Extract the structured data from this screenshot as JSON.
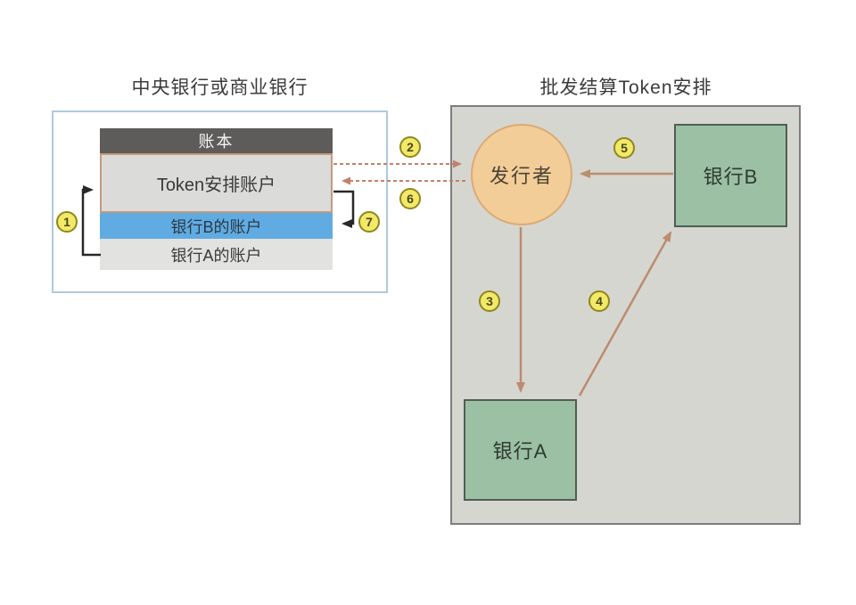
{
  "titles": {
    "left": "中央银行或商业银行",
    "right": "批发结算Token安排"
  },
  "ledger": {
    "header": "账本",
    "token_account": "Token安排账户",
    "bank_b_account": "银行B的账户",
    "bank_a_account": "银行A的账户"
  },
  "nodes": {
    "issuer": "发行者",
    "bank_b": "银行B",
    "bank_a": "银行A"
  },
  "badges": [
    "1",
    "2",
    "3",
    "4",
    "5",
    "6",
    "7"
  ],
  "colors": {
    "outer_box_border": "#aec9de",
    "ledger_header_bg": "#5e5c5a",
    "token_row_bg": "#dbdbda",
    "token_row_border": "#c49a7e",
    "bank_b_row_bg": "#60ace2",
    "bank_a_row_bg": "#e2e2e0",
    "panel_bg": "#d6d6d1",
    "panel_border": "#7e7e7c",
    "issuer_fill": "#f3cd97",
    "issuer_border": "#dcaa72",
    "bank_node_fill": "#9cc0a4",
    "bank_node_border": "#4f5e53",
    "solid_arrow": "#bb8c6d",
    "dashed_arrow": "#c4806a",
    "black_arrow": "#282828",
    "badge_fill": "#f2e968",
    "badge_border": "#8f861c"
  }
}
